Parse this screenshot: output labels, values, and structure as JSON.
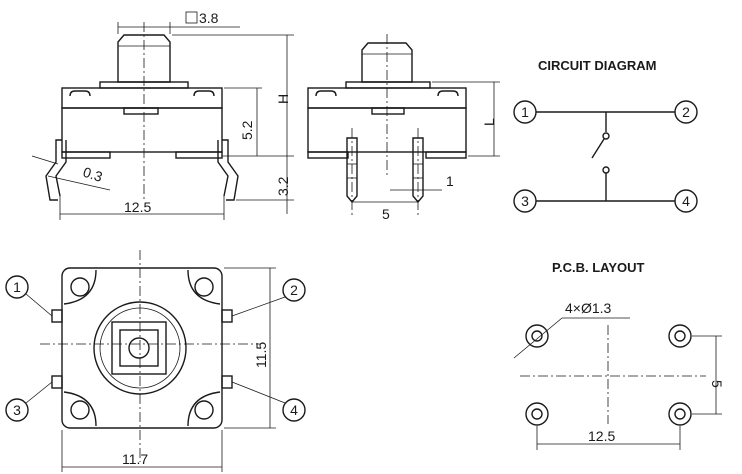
{
  "headings": {
    "circuit": "CIRCUIT DIAGRAM",
    "pcb": "P.C.B. LAYOUT"
  },
  "dimensions": {
    "square_plunger": "3.8",
    "height_H": "H",
    "body_height": "5.2",
    "lead_thickness": "0.3",
    "lead_length": "3.2",
    "width_front": "12.5",
    "length_L": "L",
    "pin_width": "1",
    "pin_pitch": "5",
    "top_height": "11.5",
    "top_width": "11.7",
    "hole_spec": "4×Ø1.3",
    "pcb_pitch_v": "5",
    "pcb_pitch_h": "12.5"
  },
  "pins": {
    "p1": "1",
    "p2": "2",
    "p3": "3",
    "p4": "4"
  }
}
